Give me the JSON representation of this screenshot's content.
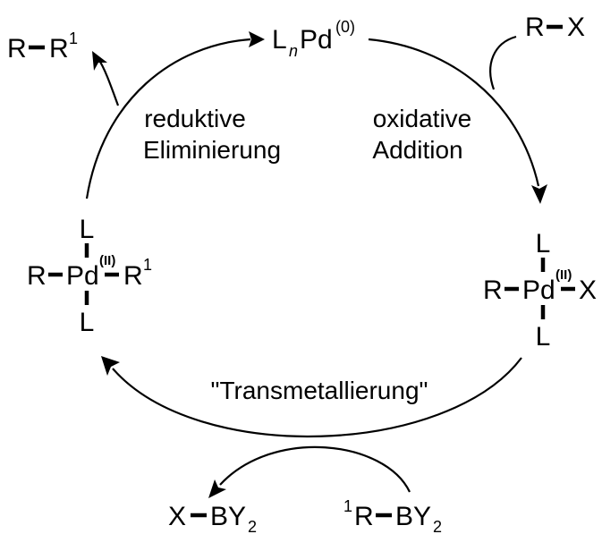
{
  "catalyst": {
    "ligand": "L",
    "n": "n",
    "metal": "Pd",
    "oxidation": "(0)"
  },
  "reactant_rx": {
    "r": "R",
    "x": "X"
  },
  "product_rr1": {
    "r": "R",
    "r1": "R",
    "r1_sup": "1"
  },
  "steps": {
    "reductive_line1": "reduktive",
    "reductive_line2": "Eliminierung",
    "oxidative_line1": "oxidative",
    "oxidative_line2": "Addition",
    "transmetal": "\"Transmetallierung\""
  },
  "complex_left": {
    "ligand_top": "L",
    "ligand_bottom": "L",
    "r": "R",
    "metal": "Pd",
    "oxidation": "(II)",
    "r1": "R",
    "r1_sup": "1"
  },
  "complex_right": {
    "ligand_top": "L",
    "ligand_bottom": "L",
    "r": "R",
    "metal": "Pd",
    "oxidation": "(II)",
    "x": "X"
  },
  "boronic_in": {
    "sup": "1",
    "r": "R",
    "b": "BY",
    "sub": "2"
  },
  "borate_out": {
    "x": "X",
    "b": "BY",
    "sub": "2"
  }
}
